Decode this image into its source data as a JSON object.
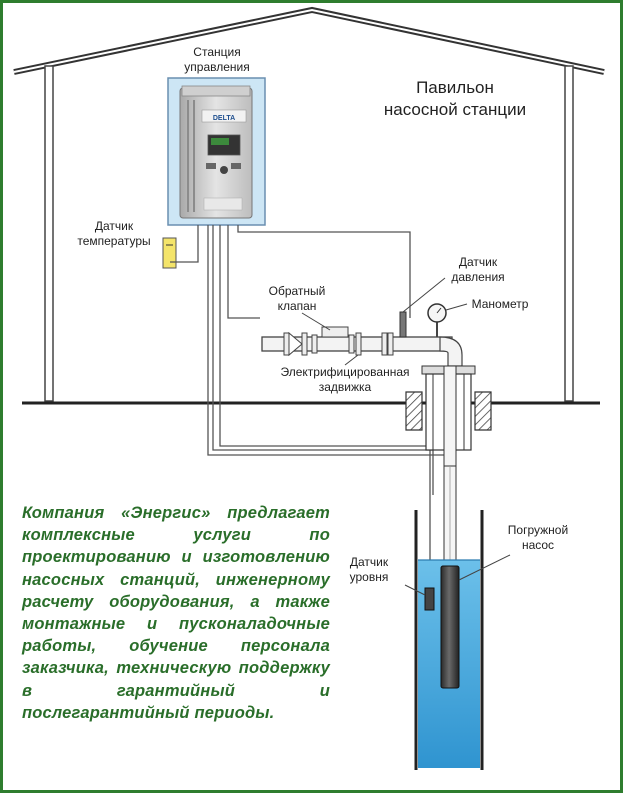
{
  "labels": {
    "control_station": [
      "Станция",
      "управления"
    ],
    "pavilion": [
      "Павильон",
      "насосной станции"
    ],
    "temp_sensor": [
      "Датчик",
      "температуры"
    ],
    "pressure_sensor": [
      "Датчик",
      "давления"
    ],
    "check_valve": [
      "Обратный",
      "клапан"
    ],
    "manometer": "Манометр",
    "electric_gate": [
      "Электрифицированная",
      "задвижка"
    ],
    "submersible_pump": [
      "Погружной",
      "насос"
    ],
    "level_sensor": [
      "Датчик",
      "уровня"
    ],
    "device_brand": "DELTA"
  },
  "promo_text": "Компания «Энергис» предлагает комплексные услуги по проектированию и изготовлению насосных станций, инженерному расчету оборудования, а также монтажные и пусконаладочные работы, обучение персонала заказчика, техническую поддержку в гарантийный и послегарантийный периоды.",
  "colors": {
    "border": "#2e7d2e",
    "promo_text": "#2a6e2a",
    "water": "#4aa8dc",
    "station_panel": "#cde6f5"
  }
}
